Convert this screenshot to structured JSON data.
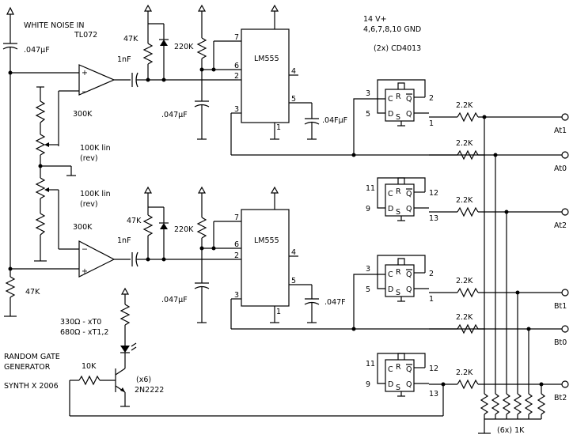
{
  "schematic": {
    "top_labels": {
      "white_noise": "WHITE NOISE IN",
      "opamp": "TL072",
      "power": "14 V+",
      "gnd_pins": "4,6,7,8,10 GND",
      "flipflops": "(2x) CD4013"
    },
    "notes": {
      "title1": "RANDOM GATE",
      "title2": "GENERATOR",
      "credit": "SYNTH X 2006",
      "led_r1": "330Ω - xT0",
      "led_r2": "680Ω - xT1,2",
      "trans_count": "(x6)",
      "trans_part": "2N2222",
      "pulldown": "(6x) 1K"
    },
    "components": {
      "c_in": ".047µF",
      "r_top": "300K",
      "pot_top_a": "100K lin",
      "pot_top_b": "(rev)",
      "pot_bot_a": "100K lin",
      "pot_bot_b": "(rev)",
      "r_bot": "300K",
      "r_47k_bottom": "47K",
      "nf_top": "1nF",
      "nf_bot": "1nF",
      "r47k_top": "47K",
      "r220k_top": "220K",
      "r47k_mid": "47K",
      "r220k_mid": "220K",
      "c047_top": ".047µF",
      "c047_mid": ".047µF",
      "c04_top": ".04FµF",
      "c047_bot": ".047F",
      "ne555_top": "LM555",
      "ne555_bot": "LM555",
      "r10k": "10K",
      "r22k": "2.2K"
    },
    "pins": {
      "p7": "7",
      "p6": "6",
      "p2": "2",
      "p3": "3",
      "p4": "4",
      "p5": "5",
      "p1": "1",
      "p11": "11",
      "p12": "12",
      "p13": "13",
      "p9": "9",
      "C": "C",
      "R": "R",
      "D": "D",
      "S": "S",
      "Q": "Q",
      "Qb": "Q"
    },
    "outputs": [
      "At1",
      "At0",
      "At2",
      "Bt1",
      "Bt0",
      "Bt2"
    ]
  }
}
